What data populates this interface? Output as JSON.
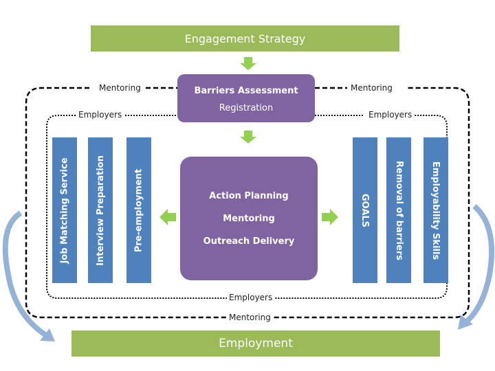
{
  "title": "Engagement Strategy",
  "barriers": {
    "line1": "Barriers Assessment",
    "line2": "Registration"
  },
  "center": {
    "item1": "Action Planning",
    "item2": "Mentoring",
    "item3": "Outreach Delivery"
  },
  "left_bars": {
    "bar1": "Job Matching Service",
    "bar2": "Interview Preparation",
    "bar3": "Pre-employment"
  },
  "right_bars": {
    "bar1": "GOALS",
    "bar2": "Removal of barriers",
    "bar3": "Employability Skills"
  },
  "labels": {
    "mentoring_top_left": "Mentoring",
    "mentoring_top_right": "Mentoring",
    "employers_left": "Employers",
    "employers_right": "Employers",
    "employers_bottom": "Employers",
    "mentoring_bottom": "Mentoring"
  },
  "bottom": "Employment",
  "colors": {
    "green": "#9bbb59",
    "purple": "#8064a2",
    "blue": "#4f81bd",
    "arrow_blue": "#95b3d7"
  }
}
